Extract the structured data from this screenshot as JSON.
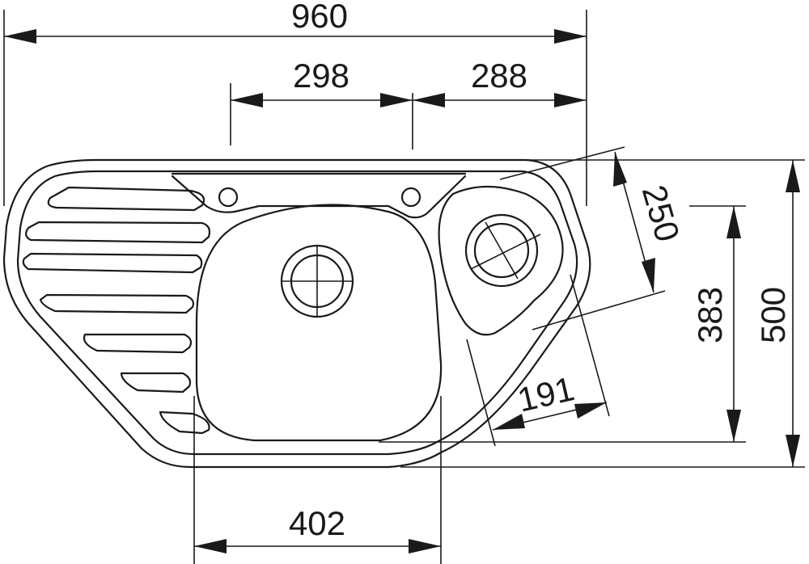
{
  "dimensions": {
    "overall_width": "960",
    "main_bowl_offset": "298",
    "small_bowl_offset": "288",
    "small_bowl_diagonal": "250",
    "inner_depth": "383",
    "overall_depth": "500",
    "small_bowl_width": "191",
    "main_bowl_width": "402"
  },
  "colors": {
    "line": "#1a1a1a",
    "background": "#ffffff"
  },
  "parts": {
    "drainer_ribs": 7,
    "main_drain": "strainer-waste",
    "small_drain": "strainer-waste",
    "tap_holes": 2
  }
}
